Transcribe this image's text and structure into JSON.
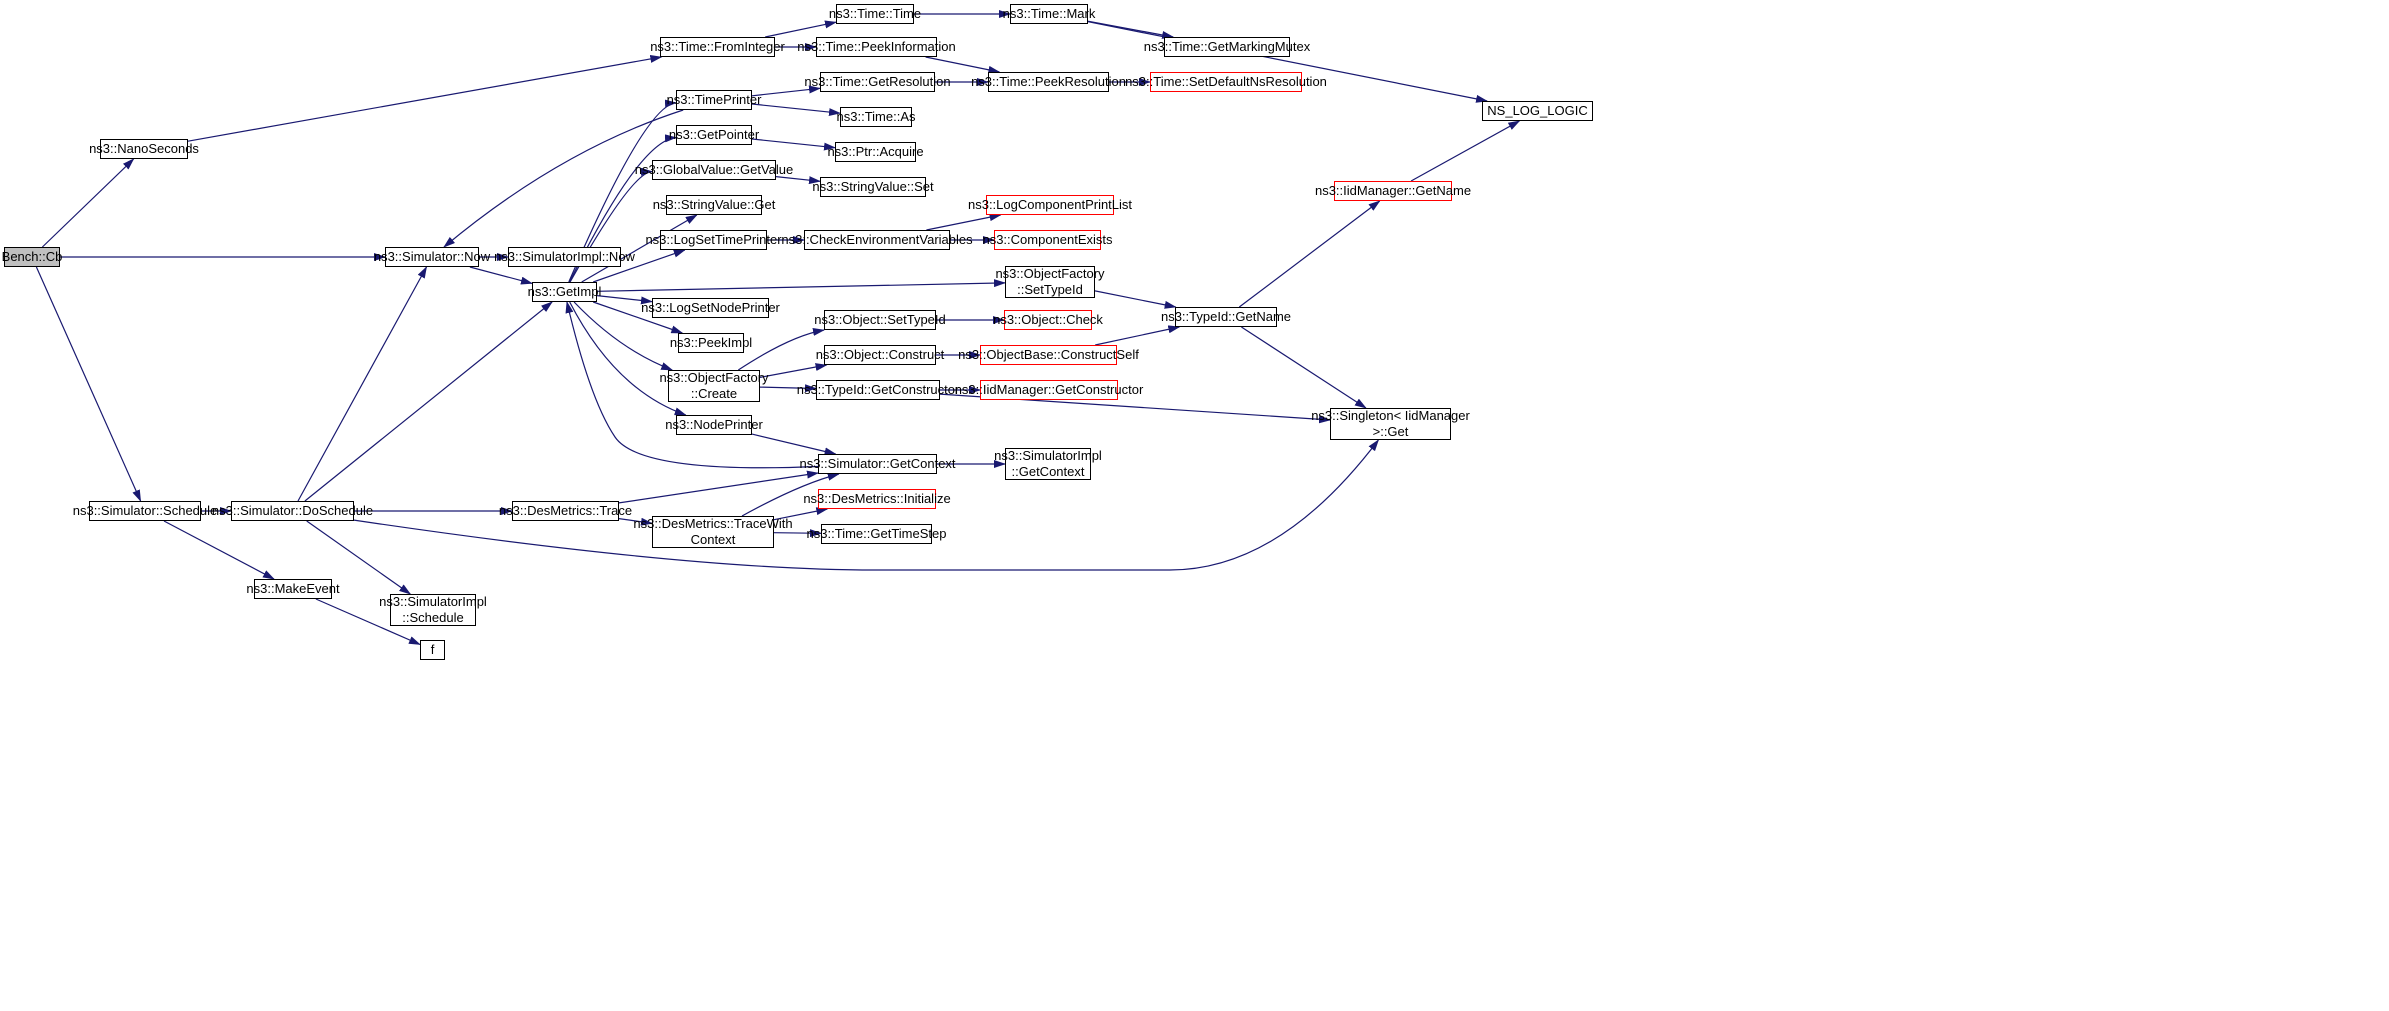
{
  "graph": {
    "colors": {
      "edge": "#191970",
      "border": "#000000",
      "incomplete_border": "#ff0000",
      "root_fill": "#bfbfbf"
    },
    "nodes": [
      {
        "id": "bench_cb",
        "lines": [
          "Bench::Cb"
        ],
        "root": true
      },
      {
        "id": "nanoseconds",
        "lines": [
          "ns3::NanoSeconds"
        ]
      },
      {
        "id": "sim_now",
        "lines": [
          "ns3::Simulator::Now"
        ]
      },
      {
        "id": "sim_schedule",
        "lines": [
          "ns3::Simulator::Schedule"
        ]
      },
      {
        "id": "sim_doschedule",
        "lines": [
          "ns3::Simulator::DoSchedule"
        ]
      },
      {
        "id": "makeevent",
        "lines": [
          "ns3::MakeEvent"
        ]
      },
      {
        "id": "f",
        "lines": [
          "f"
        ]
      },
      {
        "id": "simimpl_now",
        "lines": [
          "ns3::SimulatorImpl::Now"
        ]
      },
      {
        "id": "simimpl_schedule",
        "lines": [
          "ns3::SimulatorImpl",
          "::Schedule"
        ]
      },
      {
        "id": "getimpl",
        "lines": [
          "ns3::GetImpl"
        ]
      },
      {
        "id": "time_frominteger",
        "lines": [
          "ns3::Time::FromInteger"
        ]
      },
      {
        "id": "time_time",
        "lines": [
          "ns3::Time::Time"
        ]
      },
      {
        "id": "time_peekinformation",
        "lines": [
          "ns3::Time::PeekInformation"
        ]
      },
      {
        "id": "time_mark",
        "lines": [
          "ns3::Time::Mark"
        ]
      },
      {
        "id": "time_getmarkingmutex",
        "lines": [
          "ns3::Time::GetMarkingMutex"
        ]
      },
      {
        "id": "ns_log_logic",
        "lines": [
          "NS_LOG_LOGIC"
        ]
      },
      {
        "id": "timeprinter",
        "lines": [
          "ns3::TimePrinter"
        ]
      },
      {
        "id": "time_getresolution",
        "lines": [
          "ns3::Time::GetResolution"
        ]
      },
      {
        "id": "time_peekresolution",
        "lines": [
          "ns3::Time::PeekResolution"
        ]
      },
      {
        "id": "time_setdefaultnsresolution",
        "lines": [
          "ns3::Time::SetDefaultNsResolution"
        ],
        "incomplete": true
      },
      {
        "id": "time_as",
        "lines": [
          "ns3::Time::As"
        ]
      },
      {
        "id": "getpointer",
        "lines": [
          "ns3::GetPointer"
        ]
      },
      {
        "id": "ptr_acquire",
        "lines": [
          "ns3::Ptr::Acquire"
        ]
      },
      {
        "id": "globalvalue_getvalue",
        "lines": [
          "ns3::GlobalValue::GetValue"
        ]
      },
      {
        "id": "stringvalue_set",
        "lines": [
          "ns3::StringValue::Set"
        ]
      },
      {
        "id": "stringvalue_get",
        "lines": [
          "ns3::StringValue::Get"
        ]
      },
      {
        "id": "logsettimeprinter",
        "lines": [
          "ns3::LogSetTimePrinter"
        ]
      },
      {
        "id": "checkenvvars",
        "lines": [
          "ns3::CheckEnvironmentVariables"
        ]
      },
      {
        "id": "logcomponentprintlist",
        "lines": [
          "ns3::LogComponentPrintList"
        ],
        "incomplete": true
      },
      {
        "id": "componentexists",
        "lines": [
          "ns3::ComponentExists"
        ],
        "incomplete": true
      },
      {
        "id": "objfactory_settypeid",
        "lines": [
          "ns3::ObjectFactory",
          "::SetTypeId"
        ]
      },
      {
        "id": "logsetnodeprinter",
        "lines": [
          "ns3::LogSetNodePrinter"
        ]
      },
      {
        "id": "peekimpl",
        "lines": [
          "ns3::PeekImpl"
        ]
      },
      {
        "id": "objfactory_create",
        "lines": [
          "ns3::ObjectFactory",
          "::Create"
        ]
      },
      {
        "id": "object_settypeid",
        "lines": [
          "ns3::Object::SetTypeId"
        ]
      },
      {
        "id": "object_check",
        "lines": [
          "ns3::Object::Check"
        ],
        "incomplete": true
      },
      {
        "id": "object_construct",
        "lines": [
          "ns3::Object::Construct"
        ]
      },
      {
        "id": "objectbase_constructself",
        "lines": [
          "ns3::ObjectBase::ConstructSelf"
        ],
        "incomplete": true
      },
      {
        "id": "typeid_getconstructor",
        "lines": [
          "ns3::TypeId::GetConstructor"
        ]
      },
      {
        "id": "iidmanager_getconstructor",
        "lines": [
          "ns3::IidManager::GetConstructor"
        ],
        "incomplete": true
      },
      {
        "id": "typeid_getname",
        "lines": [
          "ns3::TypeId::GetName"
        ]
      },
      {
        "id": "iidmanager_getname",
        "lines": [
          "ns3::IidManager::GetName"
        ],
        "incomplete": true
      },
      {
        "id": "singleton_get",
        "lines": [
          "ns3::Singleton< IidManager",
          " >::Get"
        ]
      },
      {
        "id": "nodeprinter",
        "lines": [
          "ns3::NodePrinter"
        ]
      },
      {
        "id": "sim_getcontext",
        "lines": [
          "ns3::Simulator::GetContext"
        ]
      },
      {
        "id": "simimpl_getcontext",
        "lines": [
          "ns3::SimulatorImpl",
          "::GetContext"
        ]
      },
      {
        "id": "desmetrics_trace",
        "lines": [
          "ns3::DesMetrics::Trace"
        ]
      },
      {
        "id": "desmetrics_tracewithcontext",
        "lines": [
          "ns3::DesMetrics::TraceWith",
          "Context"
        ]
      },
      {
        "id": "desmetrics_initialize",
        "lines": [
          "ns3::DesMetrics::Initialize"
        ],
        "incomplete": true
      },
      {
        "id": "time_gettimestep",
        "lines": [
          "ns3::Time::GetTimeStep"
        ]
      }
    ],
    "edges": [
      [
        "bench_cb",
        "nanoseconds"
      ],
      [
        "bench_cb",
        "sim_now"
      ],
      [
        "bench_cb",
        "sim_schedule"
      ],
      [
        "nanoseconds",
        "time_frominteger"
      ],
      [
        "time_frominteger",
        "time_time"
      ],
      [
        "time_frominteger",
        "time_peekinformation"
      ],
      [
        "time_time",
        "time_mark"
      ],
      [
        "time_mark",
        "time_getmarkingmutex"
      ],
      [
        "time_mark",
        "ns_log_logic"
      ],
      [
        "time_peekinformation",
        "time_peekresolution"
      ],
      [
        "sim_now",
        "simimpl_now"
      ],
      [
        "sim_now",
        "getimpl"
      ],
      [
        "sim_schedule",
        "sim_doschedule"
      ],
      [
        "sim_schedule",
        "makeevent"
      ],
      [
        "makeevent",
        "f"
      ],
      [
        "sim_doschedule",
        "sim_now"
      ],
      [
        "sim_doschedule",
        "getimpl"
      ],
      [
        "sim_doschedule",
        "desmetrics_trace"
      ],
      [
        "sim_doschedule",
        "simimpl_schedule"
      ],
      [
        "sim_doschedule",
        "singleton_get"
      ],
      [
        "getimpl",
        "timeprinter"
      ],
      [
        "getimpl",
        "getpointer"
      ],
      [
        "getimpl",
        "globalvalue_getvalue"
      ],
      [
        "getimpl",
        "stringvalue_get"
      ],
      [
        "getimpl",
        "logsettimeprinter"
      ],
      [
        "getimpl",
        "objfactory_settypeid"
      ],
      [
        "getimpl",
        "logsetnodeprinter"
      ],
      [
        "getimpl",
        "peekimpl"
      ],
      [
        "getimpl",
        "objfactory_create"
      ],
      [
        "getimpl",
        "nodeprinter"
      ],
      [
        "timeprinter",
        "sim_now"
      ],
      [
        "timeprinter",
        "time_getresolution"
      ],
      [
        "timeprinter",
        "time_as"
      ],
      [
        "time_getresolution",
        "time_peekresolution"
      ],
      [
        "time_peekresolution",
        "time_setdefaultnsresolution"
      ],
      [
        "getpointer",
        "ptr_acquire"
      ],
      [
        "globalvalue_getvalue",
        "stringvalue_set"
      ],
      [
        "logsettimeprinter",
        "checkenvvars"
      ],
      [
        "checkenvvars",
        "logcomponentprintlist"
      ],
      [
        "checkenvvars",
        "componentexists"
      ],
      [
        "objfactory_settypeid",
        "typeid_getname"
      ],
      [
        "objfactory_create",
        "object_settypeid"
      ],
      [
        "objfactory_create",
        "object_construct"
      ],
      [
        "objfactory_create",
        "typeid_getconstructor"
      ],
      [
        "object_settypeid",
        "object_check"
      ],
      [
        "object_construct",
        "objectbase_constructself"
      ],
      [
        "objectbase_constructself",
        "typeid_getname"
      ],
      [
        "typeid_getconstructor",
        "iidmanager_getconstructor"
      ],
      [
        "typeid_getconstructor",
        "singleton_get"
      ],
      [
        "typeid_getname",
        "iidmanager_getname"
      ],
      [
        "typeid_getname",
        "singleton_get"
      ],
      [
        "iidmanager_getname",
        "ns_log_logic"
      ],
      [
        "nodeprinter",
        "sim_getcontext"
      ],
      [
        "sim_getcontext",
        "simimpl_getcontext"
      ],
      [
        "sim_getcontext",
        "getimpl"
      ],
      [
        "desmetrics_trace",
        "sim_getcontext"
      ],
      [
        "desmetrics_trace",
        "desmetrics_tracewithcontext"
      ],
      [
        "desmetrics_tracewithcontext",
        "sim_getcontext"
      ],
      [
        "desmetrics_tracewithcontext",
        "desmetrics_initialize"
      ],
      [
        "desmetrics_tracewithcontext",
        "time_gettimestep"
      ]
    ]
  }
}
